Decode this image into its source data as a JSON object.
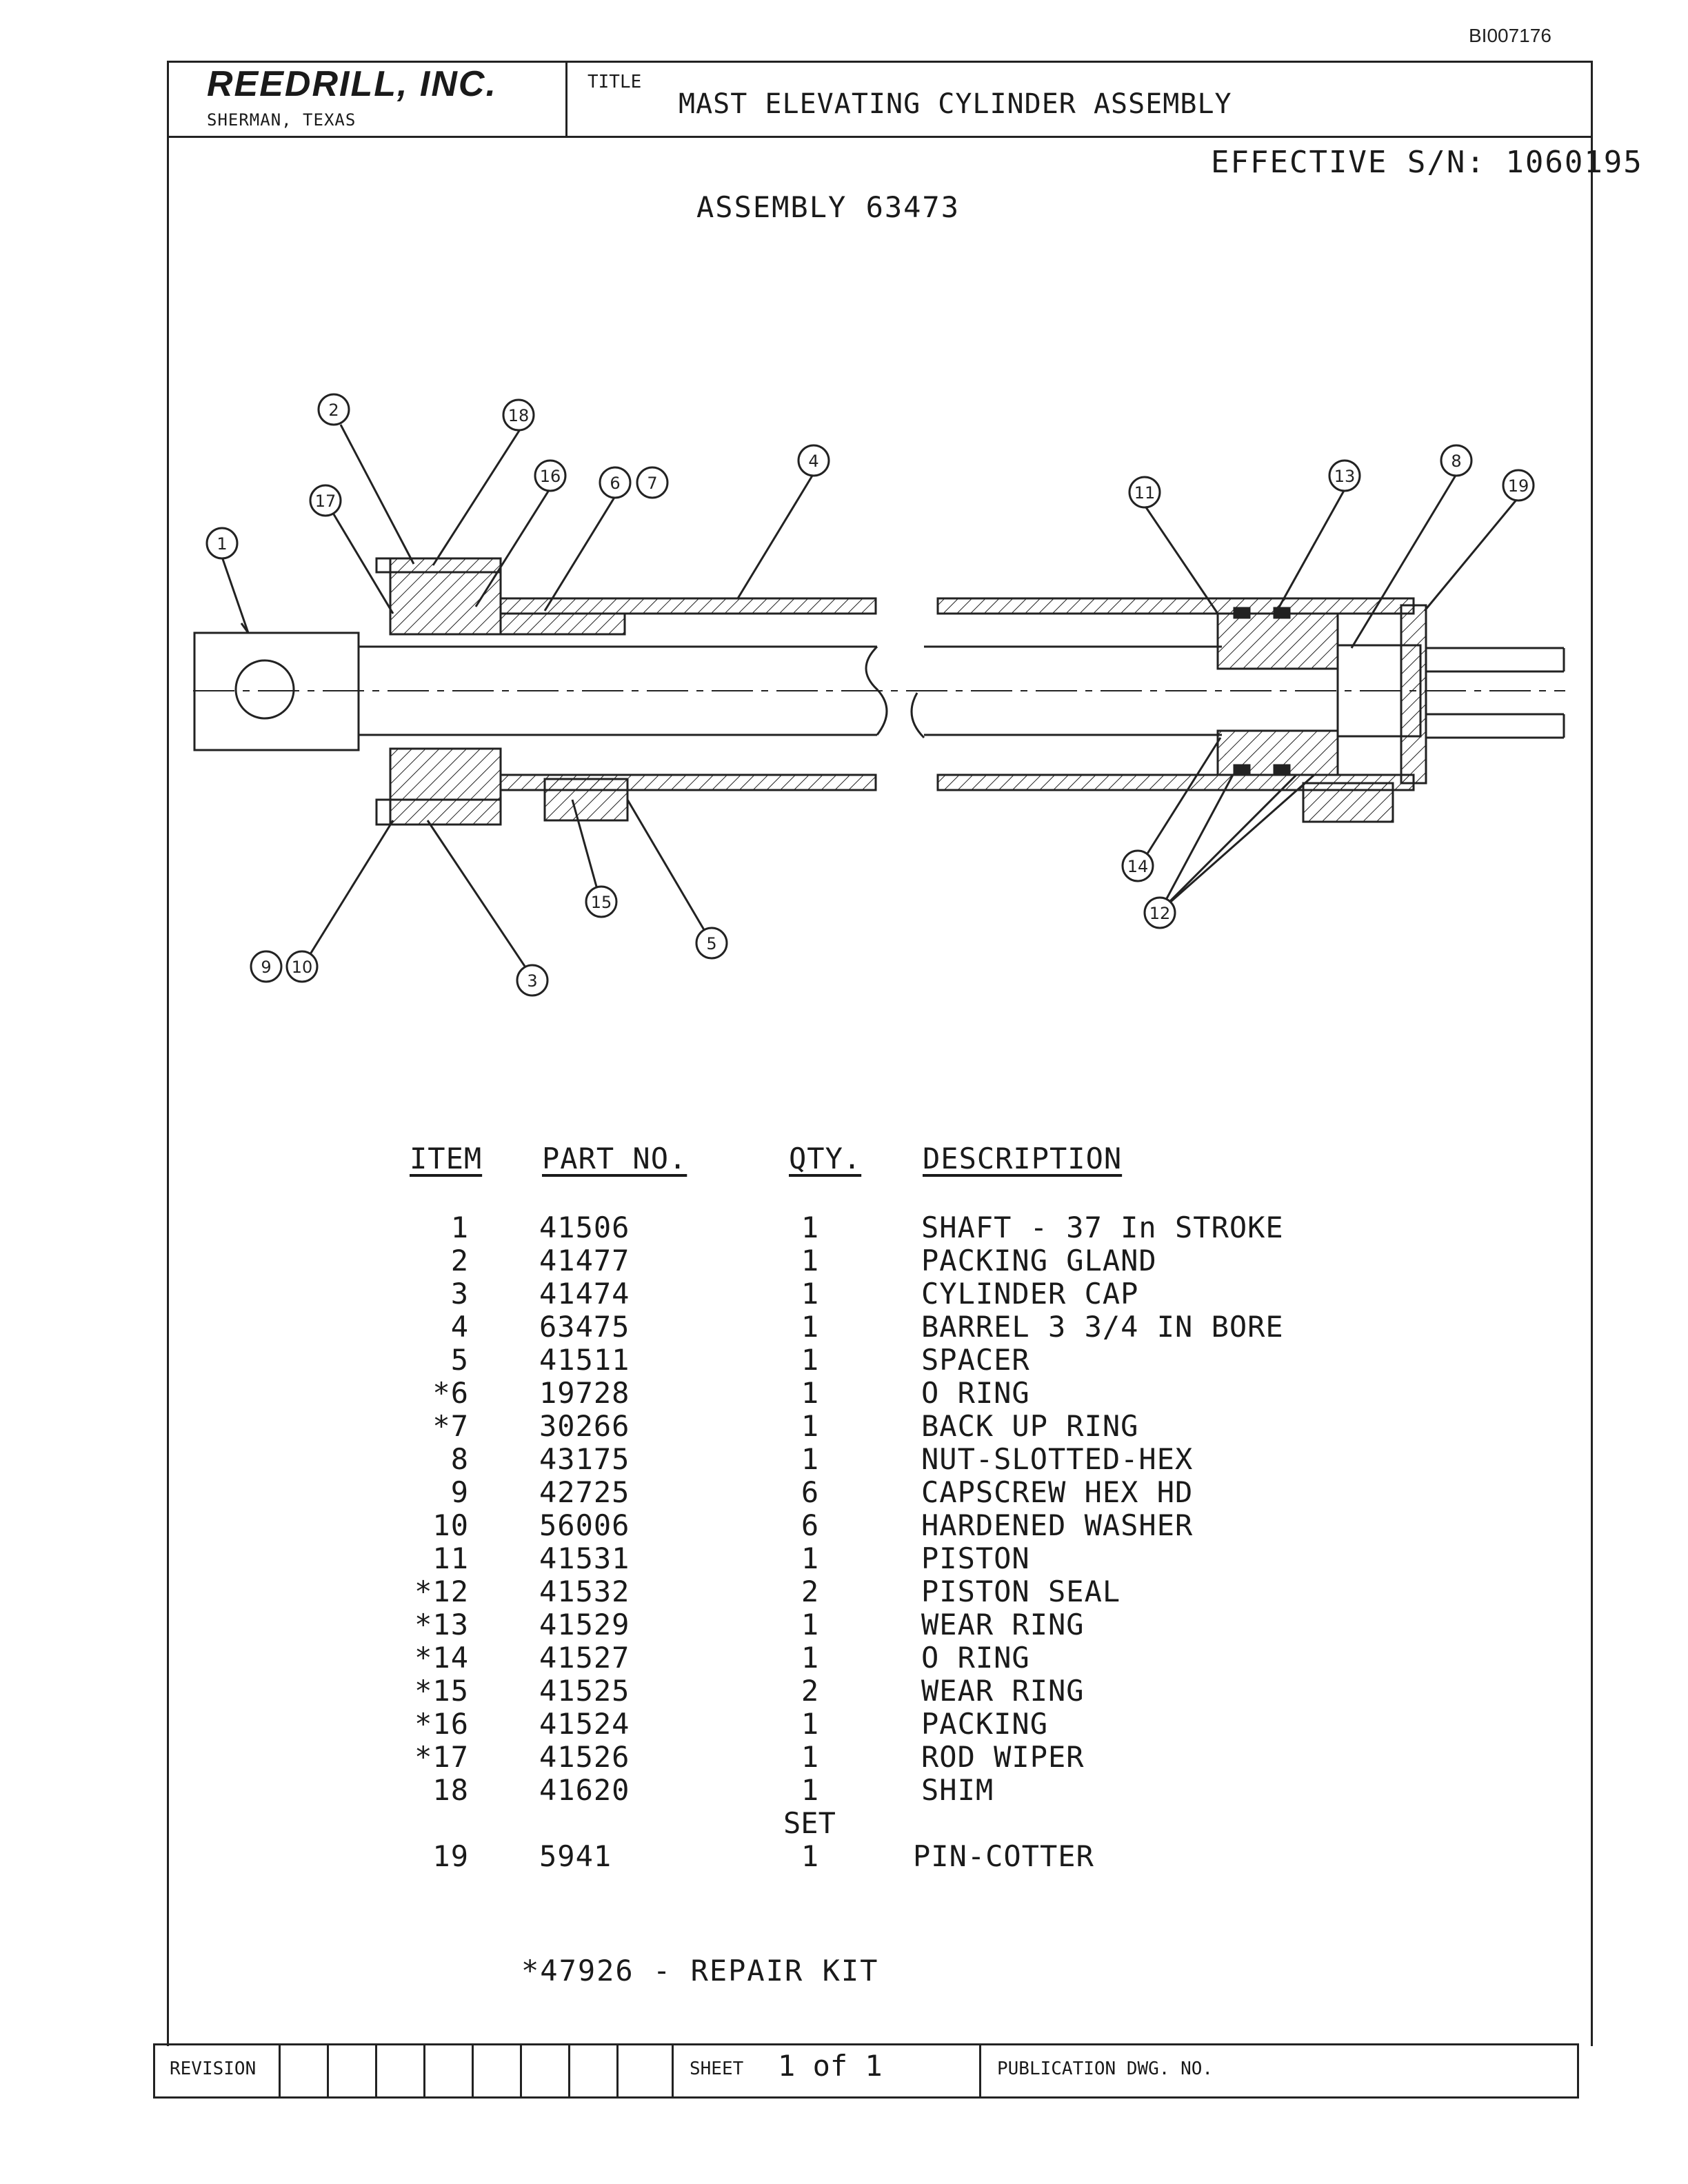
{
  "doc_id": "BI007176",
  "header": {
    "company": "REEDRILL, INC.",
    "city": "SHERMAN, TEXAS",
    "title_label": "TITLE",
    "title": "MAST ELEVATING CYLINDER ASSEMBLY"
  },
  "effective": "EFFECTIVE S/N: 1060195",
  "assembly": "ASSEMBLY 63473",
  "callouts": [
    "1",
    "2",
    "18",
    "17",
    "16",
    "6",
    "7",
    "4",
    "11",
    "13",
    "8",
    "19",
    "14",
    "12",
    "15",
    "5",
    "9",
    "10",
    "3"
  ],
  "table": {
    "headers": {
      "item": "ITEM",
      "part": "PART NO.",
      "qty": "QTY.",
      "desc": "DESCRIPTION"
    },
    "rows": [
      {
        "item": "1",
        "part": "41506",
        "qty": "1",
        "desc": "SHAFT - 37 In STROKE"
      },
      {
        "item": "2",
        "part": "41477",
        "qty": "1",
        "desc": "PACKING GLAND"
      },
      {
        "item": "3",
        "part": "41474",
        "qty": "1",
        "desc": "CYLINDER CAP"
      },
      {
        "item": "4",
        "part": "63475",
        "qty": "1",
        "desc": "BARREL 3 3/4 IN BORE"
      },
      {
        "item": "5",
        "part": "41511",
        "qty": "1",
        "desc": "SPACER"
      },
      {
        "item": "*6",
        "part": "19728",
        "qty": "1",
        "desc": "O RING"
      },
      {
        "item": "*7",
        "part": "30266",
        "qty": "1",
        "desc": "BACK UP RING"
      },
      {
        "item": "8",
        "part": "43175",
        "qty": "1",
        "desc": "NUT-SLOTTED-HEX"
      },
      {
        "item": "9",
        "part": "42725",
        "qty": "6",
        "desc": "CAPSCREW HEX HD"
      },
      {
        "item": "10",
        "part": "56006",
        "qty": "6",
        "desc": "HARDENED WASHER"
      },
      {
        "item": "11",
        "part": "41531",
        "qty": "1",
        "desc": "PISTON"
      },
      {
        "item": "*12",
        "part": "41532",
        "qty": "2",
        "desc": "PISTON SEAL"
      },
      {
        "item": "*13",
        "part": "41529",
        "qty": "1",
        "desc": "WEAR RING"
      },
      {
        "item": "*14",
        "part": "41527",
        "qty": "1",
        "desc": "O RING"
      },
      {
        "item": "*15",
        "part": "41525",
        "qty": "2",
        "desc": "WEAR RING"
      },
      {
        "item": "*16",
        "part": "41524",
        "qty": "1",
        "desc": "PACKING"
      },
      {
        "item": "*17",
        "part": "41526",
        "qty": "1",
        "desc": "ROD WIPER"
      },
      {
        "item": "18",
        "part": "41620",
        "qty": "1",
        "desc": "SHIM"
      },
      {
        "item": "19",
        "part": "5941",
        "qty": "1",
        "desc": "PIN-COTTER"
      }
    ],
    "set_label": "SET"
  },
  "repair_kit": "*47926 - REPAIR KIT",
  "footer": {
    "revision_label": "REVISION",
    "sheet_label": "SHEET",
    "sheet_value": "1 of 1",
    "publication_label": "PUBLICATION DWG. NO."
  }
}
